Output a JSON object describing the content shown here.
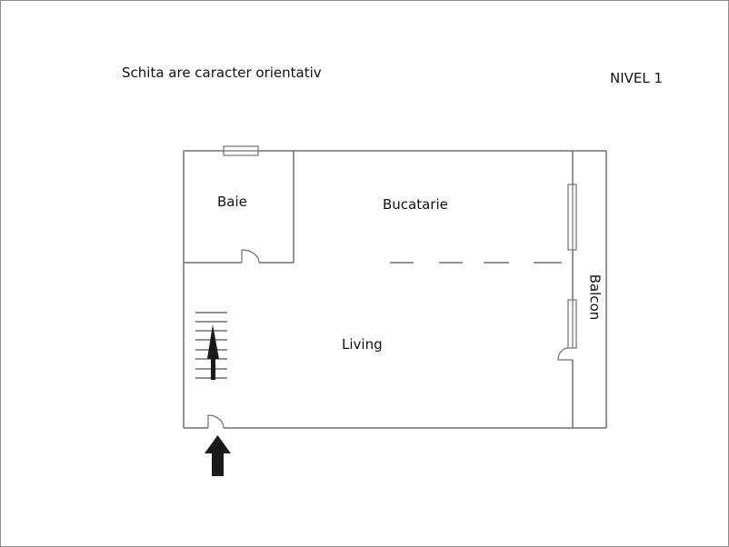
{
  "header": {
    "note": "Schita are caracter orientativ",
    "level": "NIVEL 1"
  },
  "rooms": {
    "baie": "Baie",
    "bucatarie": "Bucatarie",
    "living": "Living",
    "balcon": "Balcon"
  },
  "colors": {
    "wall": "#707070",
    "text": "#111111",
    "arrow": "#1a1a1a",
    "frame": "#8c8c8c"
  },
  "stairs": {
    "step_count": 8
  }
}
